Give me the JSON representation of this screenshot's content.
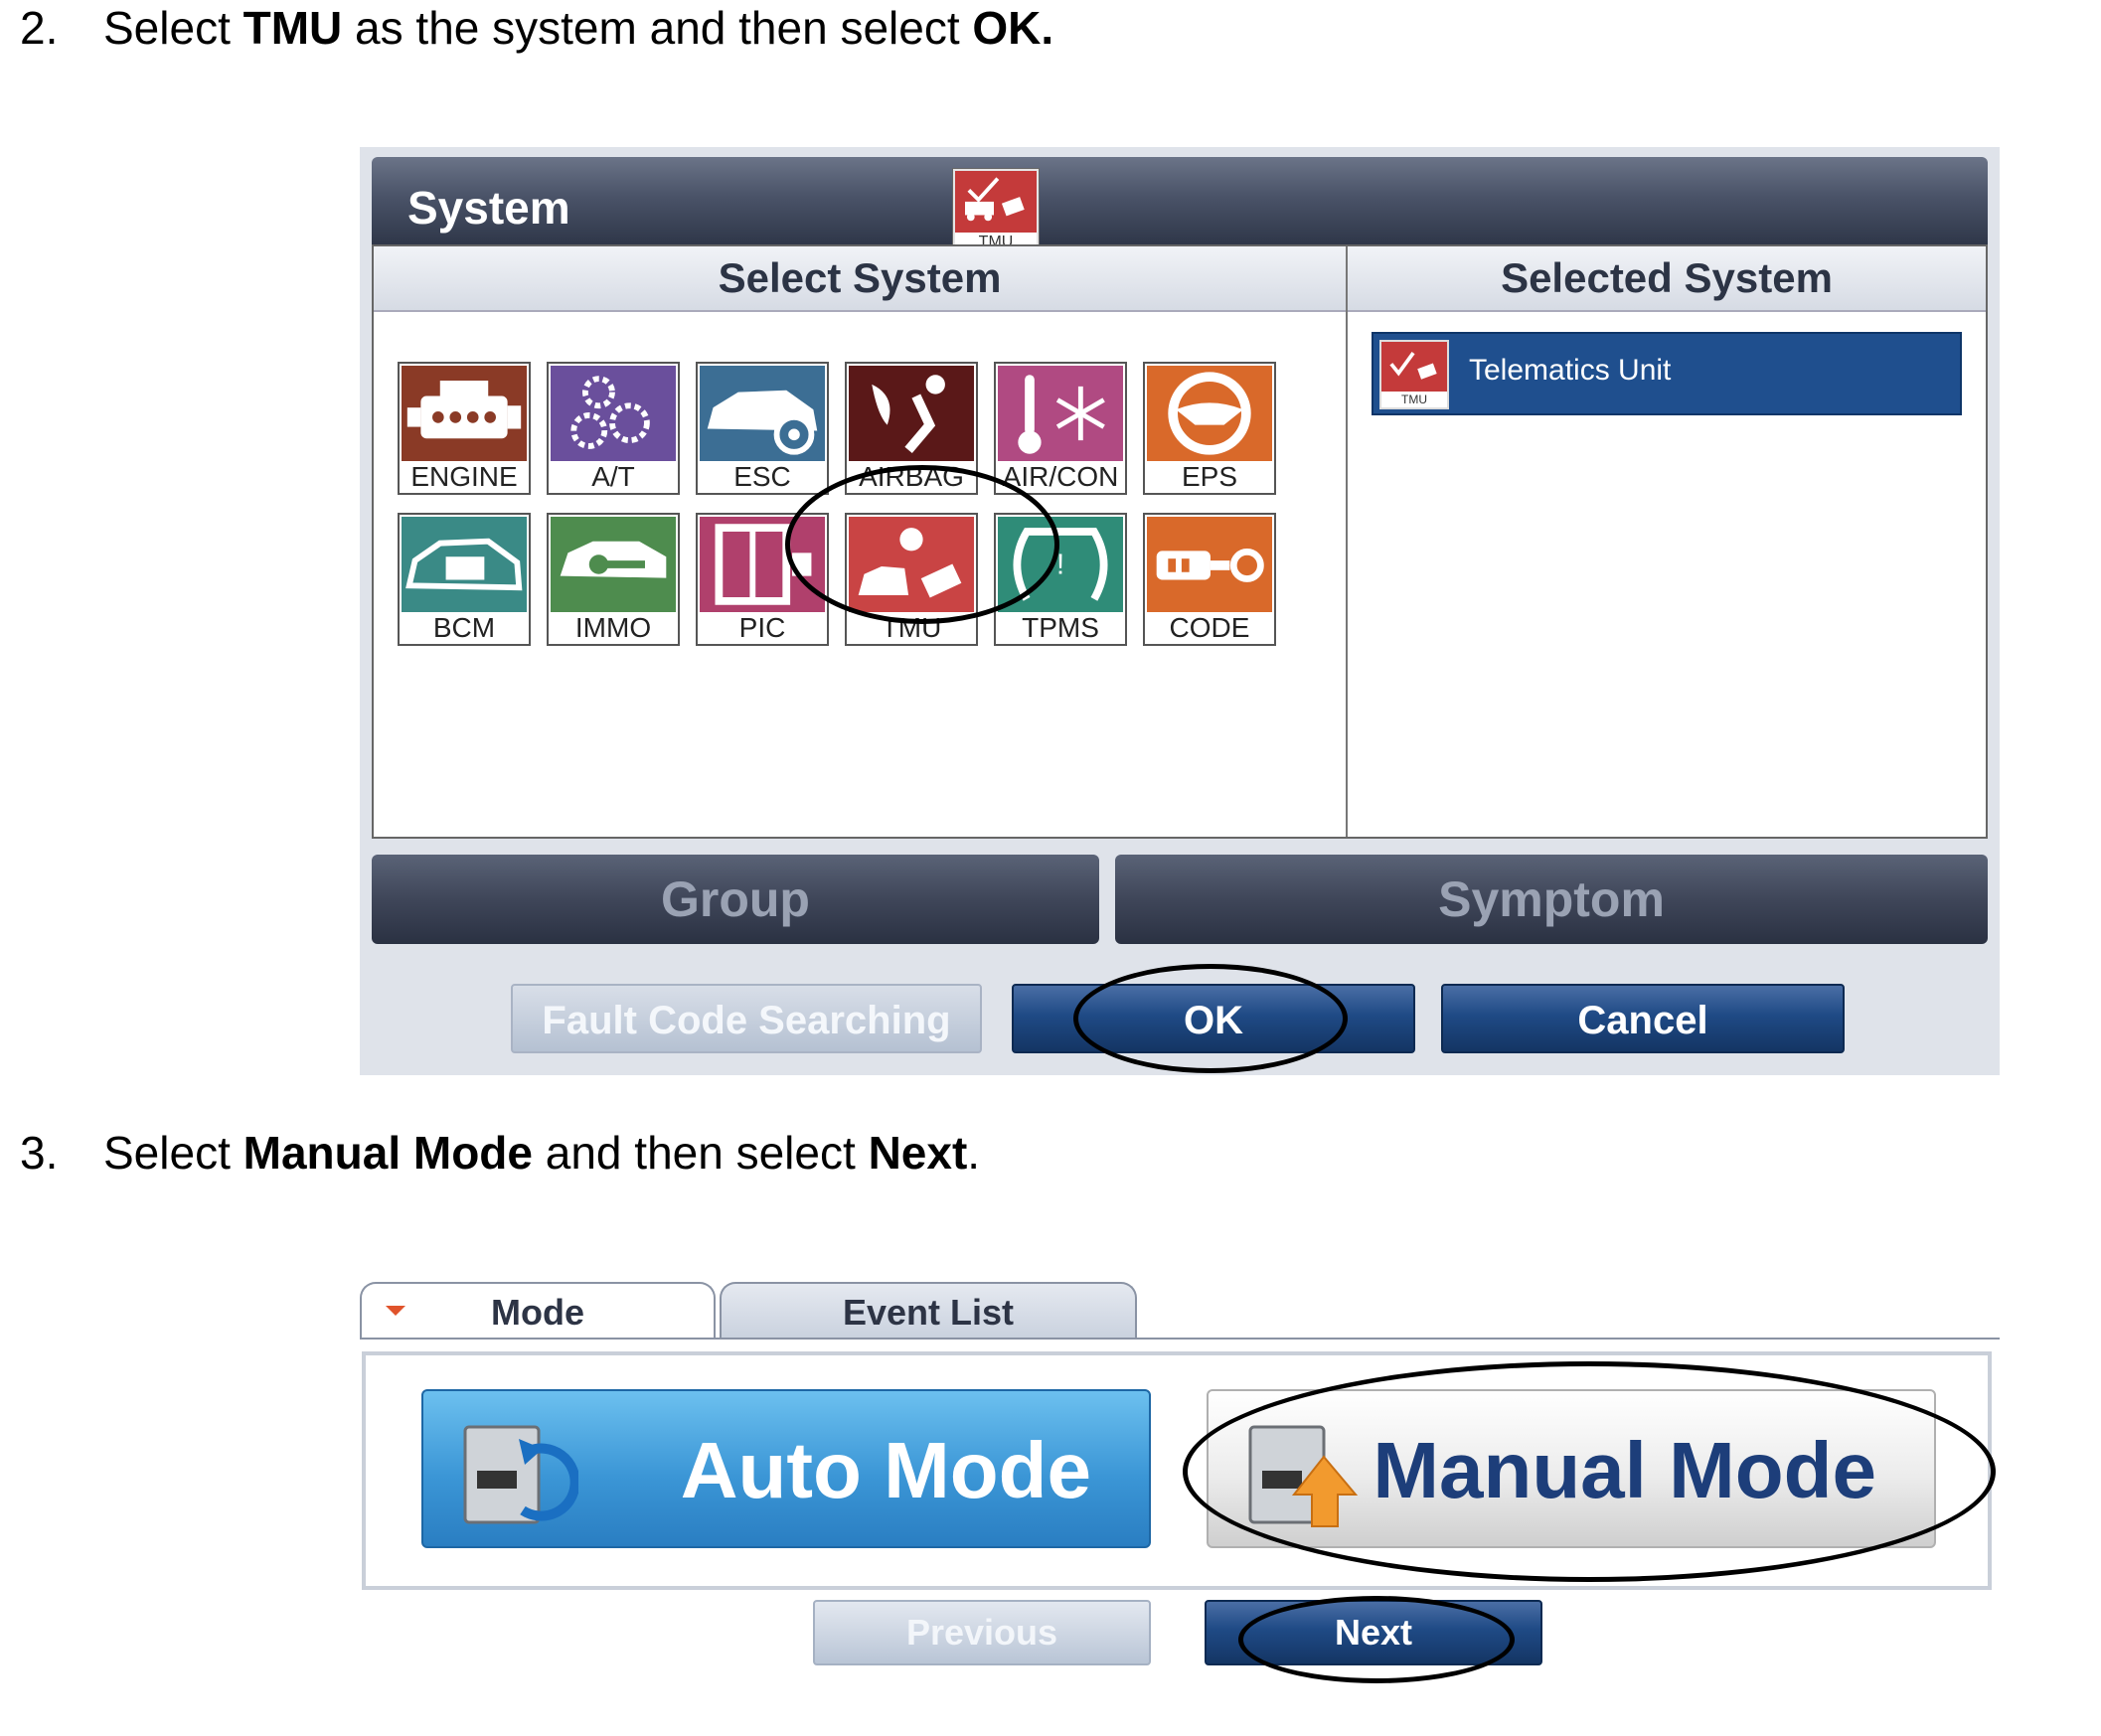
{
  "steps": [
    {
      "num": "2.",
      "pre": "Select ",
      "b1": "TMU",
      "mid": " as the system and then select ",
      "b2": "OK.",
      "post": ""
    },
    {
      "num": "3.",
      "pre": "Select ",
      "b1": "Manual Mode",
      "mid": " and then select ",
      "b2": "Next",
      "post": "."
    }
  ],
  "system_dialog": {
    "title": "System",
    "header_icon_caption": "TMU",
    "select_header": "Select System",
    "selected_header": "Selected System",
    "systems": [
      {
        "label": "ENGINE",
        "icon": "engine-icon",
        "color": "#8a3a26"
      },
      {
        "label": "A/T",
        "icon": "gears-icon",
        "color": "#6a4f9c"
      },
      {
        "label": "ESC",
        "icon": "car-wheel-icon",
        "color": "#3c6e94"
      },
      {
        "label": "AIRBAG",
        "icon": "airbag-icon",
        "color": "#5a1818"
      },
      {
        "label": "AIR/CON",
        "icon": "thermometer-snowflake-icon",
        "color": "#b04a82"
      },
      {
        "label": "EPS",
        "icon": "steering-wheel-icon",
        "color": "#d9692a"
      },
      {
        "label": "BCM",
        "icon": "car-battery-icon",
        "color": "#3a8a86"
      },
      {
        "label": "IMMO",
        "icon": "car-key-icon",
        "color": "#4e8c4e"
      },
      {
        "label": "PIC",
        "icon": "car-door-icon",
        "color": "#b0406c"
      },
      {
        "label": "TMU",
        "icon": "telematics-icon",
        "color": "#c94444"
      },
      {
        "label": "TPMS",
        "icon": "tire-pressure-icon",
        "color": "#2f8c78"
      },
      {
        "label": "CODE",
        "icon": "key-code-icon",
        "color": "#d9692a"
      }
    ],
    "selected_item": {
      "label": "Telematics Unit",
      "icon_caption": "TMU"
    },
    "group_tab": "Group",
    "symptom_tab": "Symptom",
    "fault_code_button": "Fault Code Searching",
    "ok_button": "OK",
    "cancel_button": "Cancel"
  },
  "mode_panel": {
    "tab_mode": "Mode",
    "tab_event_list": "Event List",
    "auto_mode": "Auto Mode",
    "manual_mode": "Manual Mode",
    "previous_button": "Previous",
    "next_button": "Next"
  }
}
